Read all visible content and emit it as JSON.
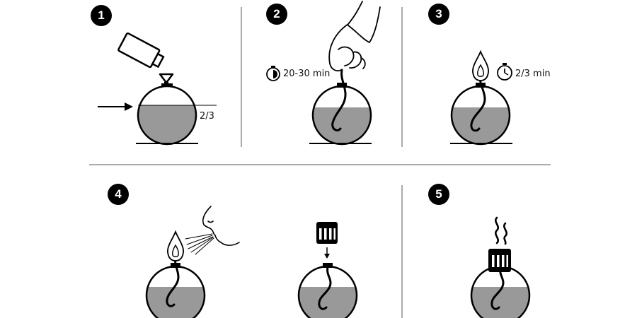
{
  "colors": {
    "ink": "#000000",
    "oil": "#999999",
    "glass": "#ffffff",
    "divider": "#555555"
  },
  "steps": [
    {
      "number": "1",
      "label": "2/3"
    },
    {
      "number": "2",
      "label": "20-30 min"
    },
    {
      "number": "3",
      "label": "2/3 min"
    },
    {
      "number": "4"
    },
    {
      "number": "5"
    }
  ],
  "icons": [
    "oil-bottle-icon",
    "funnel-icon",
    "hand-icon",
    "stopwatch-icon",
    "flame-icon",
    "blowing-face-icon",
    "snuffer-cap-icon",
    "smoke-icon"
  ]
}
